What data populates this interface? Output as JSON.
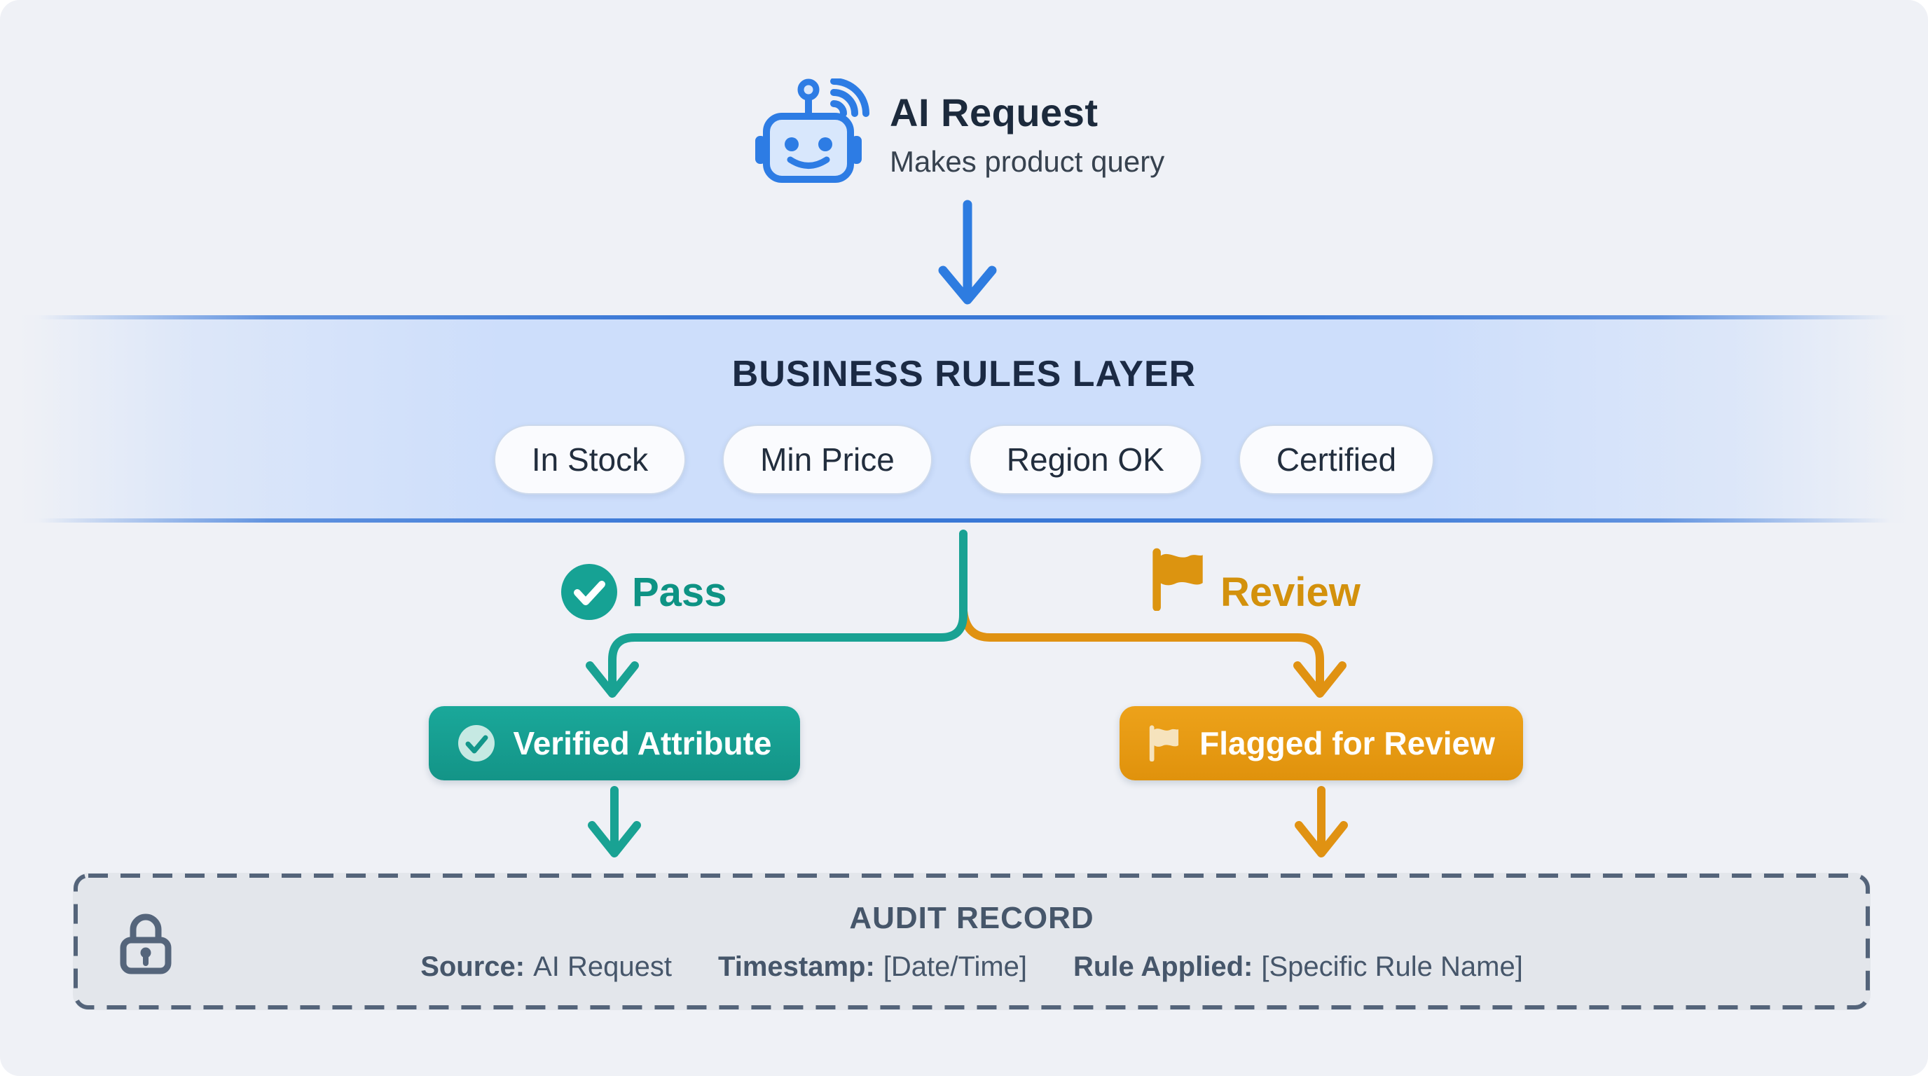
{
  "request": {
    "title": "AI Request",
    "subtitle": "Makes product query"
  },
  "rules_layer": {
    "title": "BUSINESS RULES LAYER",
    "pills": [
      "In Stock",
      "Min Price",
      "Region OK",
      "Certified"
    ]
  },
  "outcomes": {
    "pass": {
      "label": "Pass",
      "result": "Verified Attribute"
    },
    "review": {
      "label": "Review",
      "result": "Flagged for Review"
    }
  },
  "audit": {
    "title": "AUDIT RECORD",
    "fields": [
      {
        "label": "Source:",
        "value": "AI Request"
      },
      {
        "label": "Timestamp:",
        "value": "[Date/Time]"
      },
      {
        "label": "Rule Applied:",
        "value": "[Specific Rule Name]"
      }
    ]
  },
  "icons": {
    "robot": "robot-icon",
    "wifi": "wifi-icon",
    "check_circle": "check-circle-icon",
    "flag": "flag-icon",
    "lock": "lock-icon",
    "arrow_down": "arrow-down-icon"
  },
  "colors": {
    "background": "#eff1f6",
    "blue": "#2e7ce0",
    "teal": "#19a293",
    "orange": "#e09212",
    "navy": "#1c2a3c",
    "slate": "#46566a",
    "band_fill": "#cddefb",
    "band_border": "#3a78d6"
  }
}
